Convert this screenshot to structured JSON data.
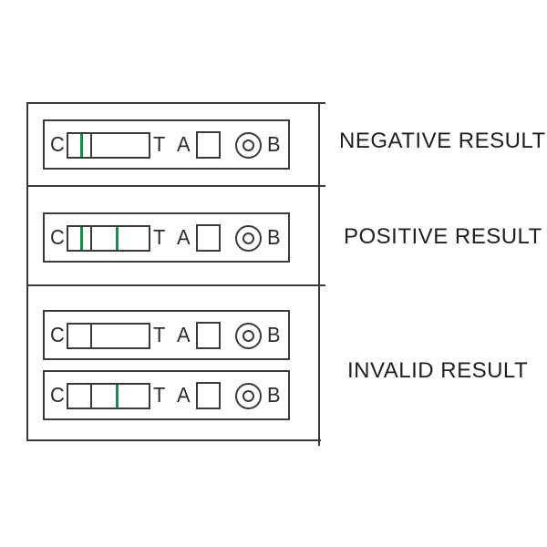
{
  "colors": {
    "line": "#3a3a3a",
    "band_green": "#1d8b4f",
    "background": "#ffffff"
  },
  "strip_letters": {
    "c": "C",
    "t": "T",
    "a": "A",
    "b": "B"
  },
  "sections": [
    {
      "label": "NEGATIVE RESULT",
      "strips": [
        {
          "control_line": true,
          "test_line": false
        }
      ]
    },
    {
      "label": "POSITIVE RESULT",
      "strips": [
        {
          "control_line": true,
          "test_line": true
        }
      ]
    },
    {
      "label": "INVALID RESULT",
      "strips": [
        {
          "control_line": false,
          "test_line": false
        },
        {
          "control_line": false,
          "test_line": true
        }
      ]
    }
  ]
}
